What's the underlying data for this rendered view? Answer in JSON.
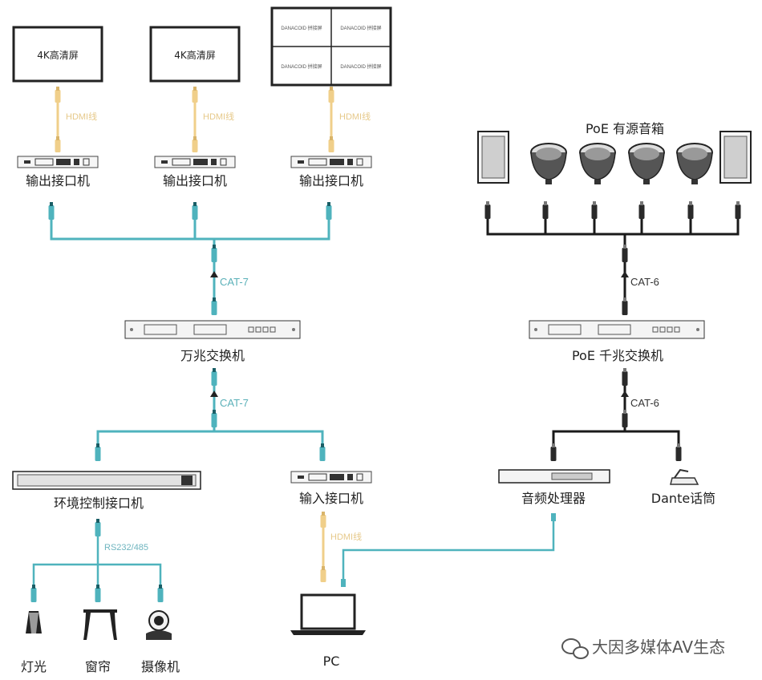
{
  "colors": {
    "teal": "#4fb3bd",
    "hdmi": "#f0cf8a",
    "black": "#1a1a1a",
    "device": "#f2f2f2"
  },
  "displays": {
    "screen1": "4K高清屏",
    "screen2": "4K高清屏",
    "wall_cell": "DANACOID 拼接屏"
  },
  "cables": {
    "hdmi": "HDMI线",
    "cat7_top": "CAT-7",
    "cat7_bottom": "CAT-7",
    "cat6_top": "CAT-6",
    "cat6_bottom": "CAT-6",
    "rs": "RS232/485"
  },
  "devices": {
    "output1": "输出接口机",
    "output2": "输出接口机",
    "output3": "输出接口机",
    "switch_10g": "万兆交换机",
    "env_control": "环境控制接口机",
    "input": "输入接口机",
    "poe_speakers": "PoE 有源音箱",
    "poe_switch": "PoE 千兆交换机",
    "audio_processor": "音频处理器",
    "dante_mic": "Dante话筒",
    "pc": "PC"
  },
  "endpoints": {
    "light": "灯光",
    "curtain": "窗帘",
    "camera": "摄像机"
  },
  "watermark": "大因多媒体AV生态",
  "icons": [
    "wechat-icon",
    "speaker-icon",
    "laptop-icon",
    "light-icon",
    "curtain-icon",
    "camera-icon",
    "microphone-icon"
  ]
}
